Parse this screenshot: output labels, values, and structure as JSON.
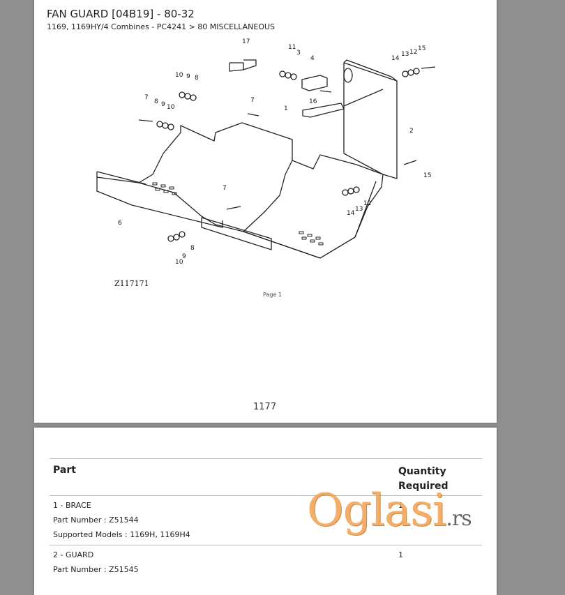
{
  "page1": {
    "title": "FAN GUARD [04B19] - 80-32",
    "subtitle": "1169, 1169HY/4 Combines - PC4241 > 80 MISCELLANEOUS",
    "figure_code": "Z117171",
    "page_label": "Page 1",
    "page_number": "1177",
    "callouts": {
      "c17": "17",
      "c11": "11",
      "c3": "3",
      "c4": "4",
      "c16": "16",
      "c1": "1",
      "c14a": "14",
      "c13a": "13",
      "c12a": "12",
      "c15a": "15",
      "c10a": "10",
      "c9a": "9",
      "c8a": "8",
      "c7a": "7",
      "c7b": "7",
      "c8b": "8",
      "c9b": "9",
      "c10b": "10",
      "c2": "2",
      "c15b": "15",
      "c7c": "7",
      "c12b": "12",
      "c13b": "13",
      "c14b": "14",
      "c6": "6",
      "c8c": "8",
      "c9c": "9",
      "c10c": "10"
    }
  },
  "parts_table": {
    "col_part": "Part",
    "col_qty_line1": "Quantity",
    "col_qty_line2": "Required",
    "rows": [
      {
        "name": "1 - BRACE",
        "part_number": "Part Number : Z51544",
        "models": "Supported Models : 1169H, 1169H4",
        "qty": "1"
      },
      {
        "name": "2 - GUARD",
        "part_number": "Part Number : Z51545",
        "models": "",
        "qty": "1"
      }
    ]
  },
  "watermark": {
    "brand": "Oglasi",
    "suffix": ".rs",
    "color": "#f2a65a"
  }
}
